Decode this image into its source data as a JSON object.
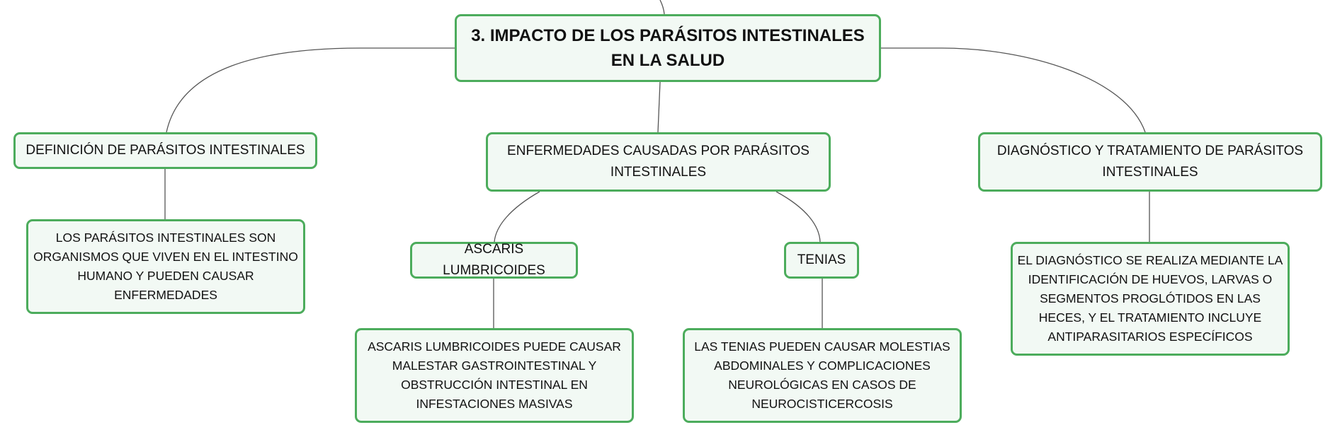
{
  "colors": {
    "node_border": "#4cac5c",
    "node_fill": "#f2f9f4",
    "connector": "#555555",
    "text": "#111111"
  },
  "root": {
    "label": "3. IMPACTO DE LOS PARÁSITOS INTESTINALES EN LA SALUD"
  },
  "branches": {
    "definicion": {
      "label": "DEFINICIÓN DE PARÁSITOS INTESTINALES",
      "detail": "LOS PARÁSITOS INTESTINALES SON ORGANISMOS QUE VIVEN EN EL INTESTINO HUMANO Y PUEDEN CAUSAR ENFERMEDADES"
    },
    "enfermedades": {
      "label": "ENFERMEDADES CAUSADAS POR PARÁSITOS INTESTINALES",
      "ascaris": {
        "label": "ASCARIS LUMBRICOIDES",
        "detail": "ASCARIS LUMBRICOIDES PUEDE CAUSAR MALESTAR GASTROINTESTINAL Y OBSTRUCCIÓN INTESTINAL EN INFESTACIONES MASIVAS"
      },
      "tenias": {
        "label": "TENIAS",
        "detail": "LAS TENIAS PUEDEN CAUSAR MOLESTIAS ABDOMINALES Y COMPLICACIONES NEUROLÓGICAS EN CASOS DE NEUROCISTICERCOSIS"
      }
    },
    "diagnostico": {
      "label": "DIAGNÓSTICO Y TRATAMIENTO DE PARÁSITOS INTESTINALES",
      "detail": "EL DIAGNÓSTICO SE REALIZA MEDIANTE LA IDENTIFICACIÓN DE HUEVOS, LARVAS O SEGMENTOS PROGLÓTIDOS EN LAS HECES, Y EL TRATAMIENTO INCLUYE ANTIPARASITARIOS ESPECÍFICOS"
    }
  }
}
